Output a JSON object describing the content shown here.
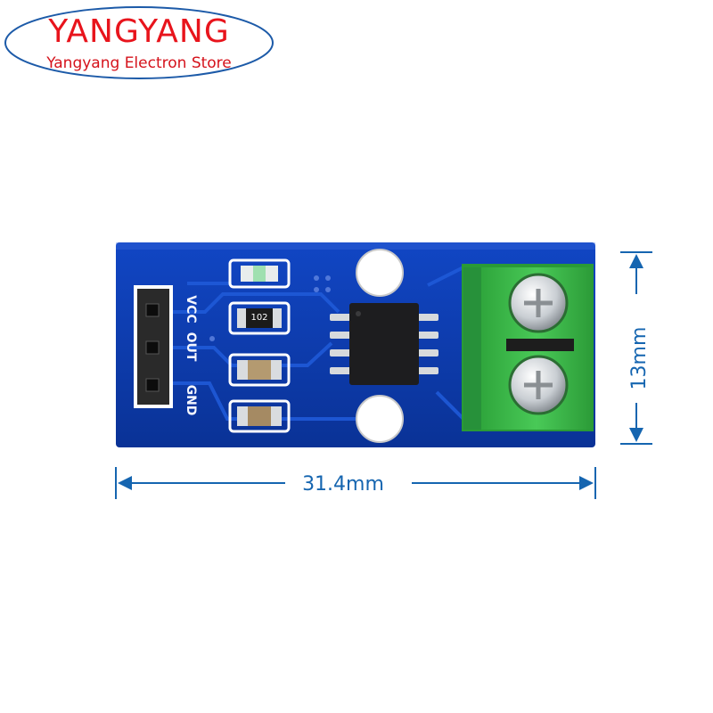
{
  "logo": {
    "brand": "YANGYANG",
    "store": "Yangyang Electron Store",
    "color": "#e8141c"
  },
  "board": {
    "pins": [
      "VCC",
      "OUT",
      "GND"
    ],
    "resistor_code": "102",
    "pcb_color": "#0b3aa8",
    "terminal_color": "#3dbb4a"
  },
  "dimensions": {
    "width_label": "31.4mm",
    "height_label": "13mm",
    "color": "#1565b0"
  }
}
